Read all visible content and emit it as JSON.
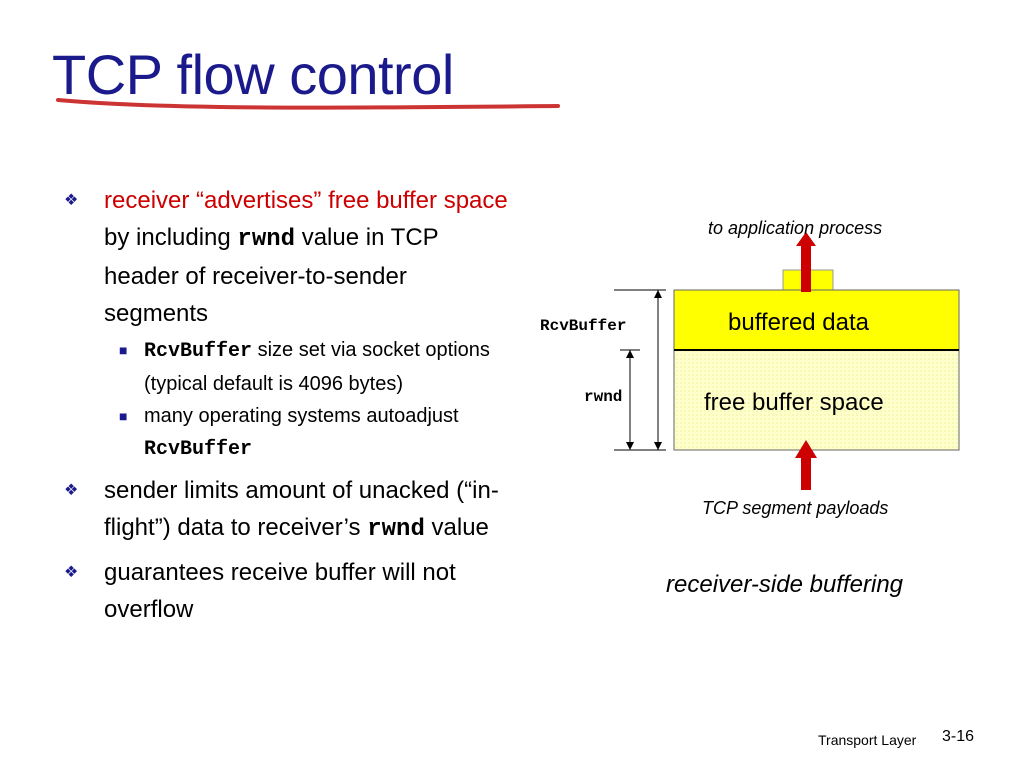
{
  "slide": {
    "title": "TCP flow control",
    "bullets": [
      {
        "red": "receiver “advertises” free buffer space",
        "text1": " by including ",
        "code": "rwnd",
        "text2": " value in TCP header of receiver-to-sender segments"
      },
      {
        "text1": "sender limits amount of unacked (“in-flight”) data to receiver’s ",
        "code": "rwnd",
        "text2": "  value"
      },
      {
        "text1": "guarantees receive buffer will not overflow"
      }
    ],
    "subbullets": [
      {
        "code": "RcvBuffer",
        "text1": " size set via socket options (typical default is 4096 bytes)"
      },
      {
        "text1": "many operating systems autoadjust ",
        "code": "RcvBuffer"
      }
    ],
    "footer_label": "Transport Layer",
    "slide_number": "3-16"
  },
  "diagram": {
    "to_app_label": "to application process",
    "buffered_label": "buffered data",
    "free_label": "free buffer space",
    "rcvbuffer_label": "RcvBuffer",
    "rwnd_label": "rwnd",
    "tcp_payloads_label": "TCP segment payloads",
    "caption": "receiver-side buffering",
    "colors": {
      "buffer_fill": "#ffff00",
      "free_fill": "#ffffcc",
      "arrow": "#cc0000",
      "title": "#1a1a8c"
    }
  }
}
